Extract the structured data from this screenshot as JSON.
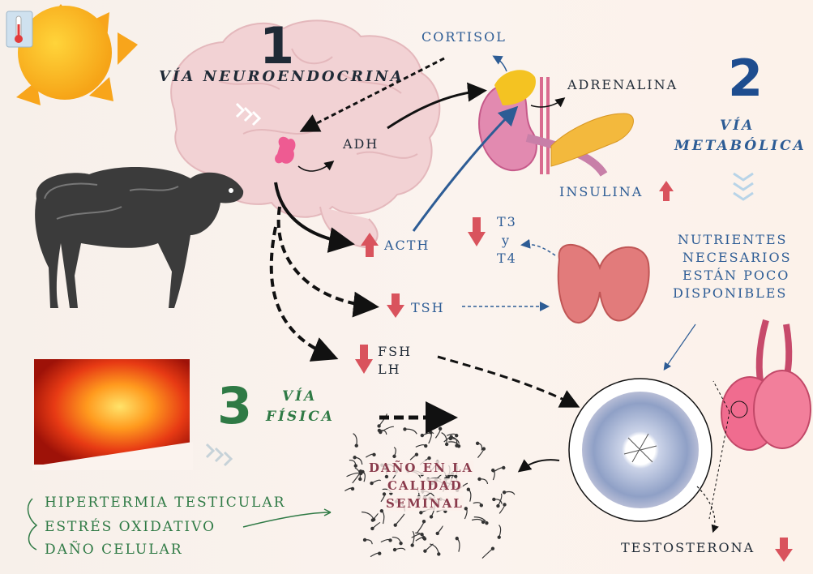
{
  "colors": {
    "blue": "#2d5c95",
    "dark": "#1f2a36",
    "green": "#2f7a45",
    "arrow_red": "#d9535d",
    "maroon": "#8a3b4c"
  },
  "icons": [
    "sun-icon",
    "thermometer-icon",
    "brain-icon",
    "sheep-icon",
    "kidney-adrenal-icon",
    "pancreas-icon",
    "thyroid-icon",
    "testes-icon",
    "seminiferous-tubule-icon",
    "heat-thermography-icon",
    "sperm-cloud-icon",
    "chevron-arrows-icon"
  ],
  "section1": {
    "number": "1",
    "title": "VÍA NEUROENDOCRINA"
  },
  "section2": {
    "number": "2",
    "title_line1": "VÍA",
    "title_line2": "METABÓLICA"
  },
  "section3": {
    "number": "3",
    "title_line1": "VÍA",
    "title_line2": "FÍSICA"
  },
  "labels": {
    "cortisol": "CORTISOL",
    "adrenalina": "ADRENALINA",
    "adh": "ADH",
    "insulina": "INSULINA",
    "acth": "ACTH",
    "t3": "T3",
    "y": "y",
    "t4": "T4",
    "tsh": "TSH",
    "fsh": "FSH",
    "lh": "LH",
    "nutrientes": [
      "NUTRIENTES",
      "NECESARIOS",
      "ESTÁN POCO",
      "DISPONIBLES"
    ],
    "dano": [
      "DAÑO EN LA",
      "CALIDAD",
      "SEMINAL"
    ],
    "testosterona": "TESTOSTERONA",
    "fisica_items": [
      "HIPERTERMIA TESTICULAR",
      "ESTRÉS OXIDATIVO",
      "DAÑO CELULAR"
    ]
  }
}
